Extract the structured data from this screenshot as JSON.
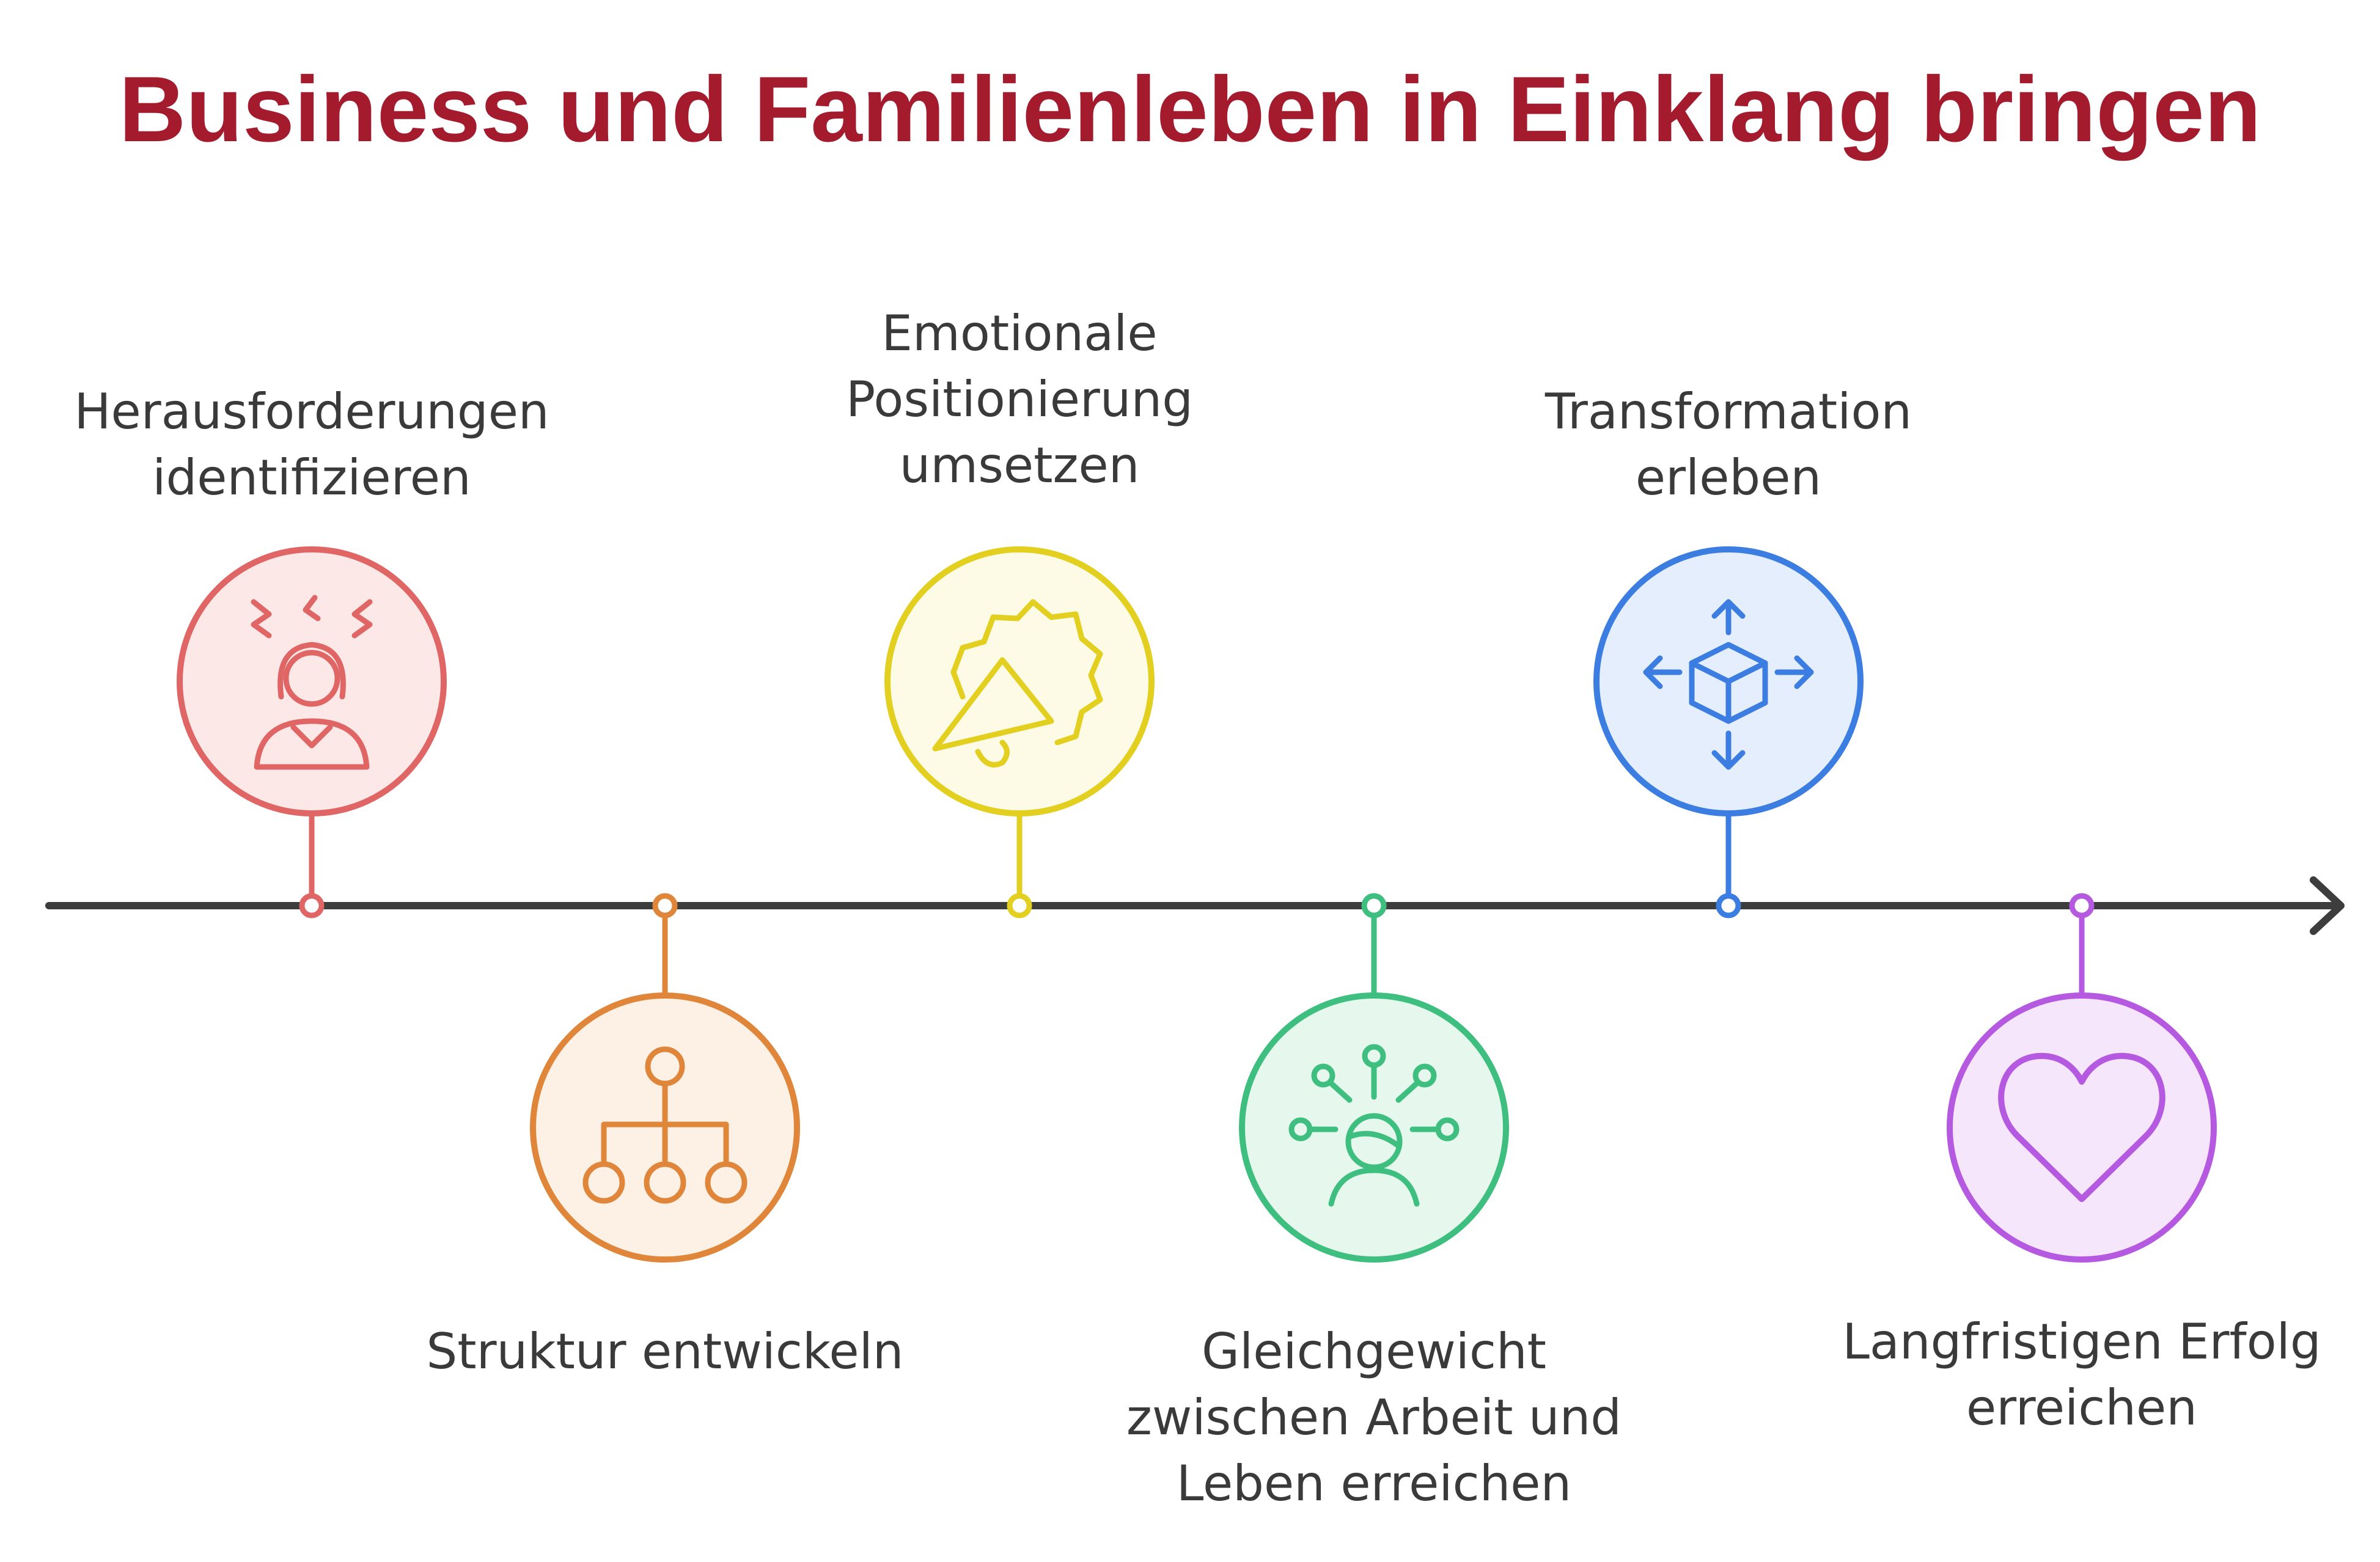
{
  "title": "Business und Familienleben in Einklang bringen",
  "steps": [
    {
      "label": "Herausforderungen\nidentifizieren",
      "icon": "stressed-person-icon",
      "color": "#e06666",
      "fill": "#fde8e8",
      "position": "above"
    },
    {
      "label": "Struktur entwickeln",
      "icon": "hierarchy-icon",
      "color": "#e0863a",
      "fill": "#fdf0e4",
      "position": "below"
    },
    {
      "label": "Emotionale\nPositionierung\numsetzen",
      "icon": "megaphone-icon",
      "color": "#e3cf1f",
      "fill": "#fdfbe6",
      "position": "above"
    },
    {
      "label": "Gleichgewicht\nzwischen Arbeit und\nLeben erreichen",
      "icon": "balanced-person-icon",
      "color": "#3fbf7f",
      "fill": "#e6f7ee",
      "position": "below"
    },
    {
      "label": "Transformation\nerleben",
      "icon": "cube-arrows-icon",
      "color": "#3b7de0",
      "fill": "#e4eefc",
      "position": "above"
    },
    {
      "label": "Langfristigen Erfolg\nerreichen",
      "icon": "heart-icon",
      "color": "#b55ae0",
      "fill": "#f5e6fc",
      "position": "below"
    }
  ],
  "axis_color": "#3d3d3d"
}
